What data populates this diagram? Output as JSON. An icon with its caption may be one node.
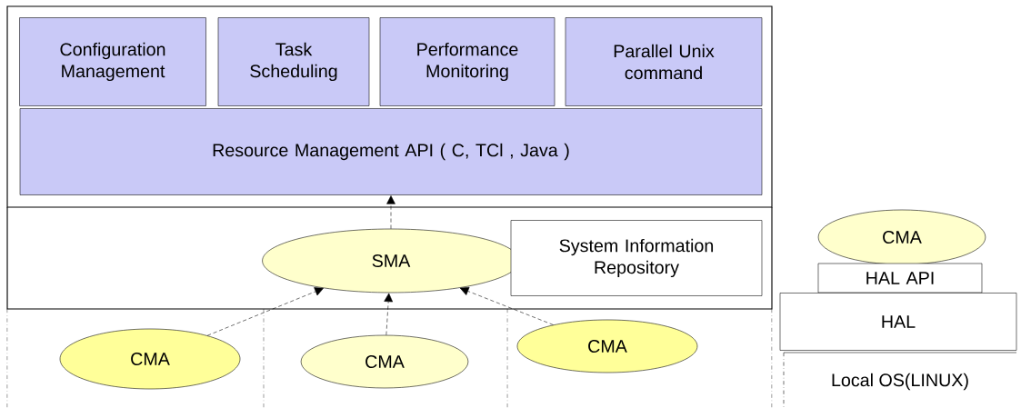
{
  "diagram": {
    "nodes": [
      {
        "text": [
          "Configuration Management"
        ]
      },
      {
        "text": [
          "Task Scheduling"
        ]
      },
      {
        "text": [
          "Performance Monitoring"
        ]
      },
      {
        "text": [
          "Parallel Unix command"
        ]
      },
      {
        "text": [
          "Resource Management API ( C, TCl , Java )"
        ]
      },
      {
        "text": [
          "SMA"
        ]
      },
      {
        "text": [
          "System Information Repository"
        ]
      },
      {
        "text": [
          "CMA"
        ]
      },
      {
        "text": [
          "CMA"
        ]
      },
      {
        "text": [
          "CMA"
        ]
      },
      {
        "text": [
          "CMA"
        ]
      },
      {
        "text": [
          "HAL API"
        ]
      },
      {
        "text": [
          "HAL"
        ]
      }
    ],
    "edges": [
      {
        "from": 5,
        "to": 4,
        "arrow": "to"
      },
      {
        "from": 7,
        "to": 5,
        "arrow": "to"
      },
      {
        "from": 8,
        "to": 5,
        "arrow": "to"
      },
      {
        "from": 9,
        "to": 5,
        "arrow": "to"
      }
    ],
    "labels": [
      "Local OS(LINUX)"
    ]
  }
}
